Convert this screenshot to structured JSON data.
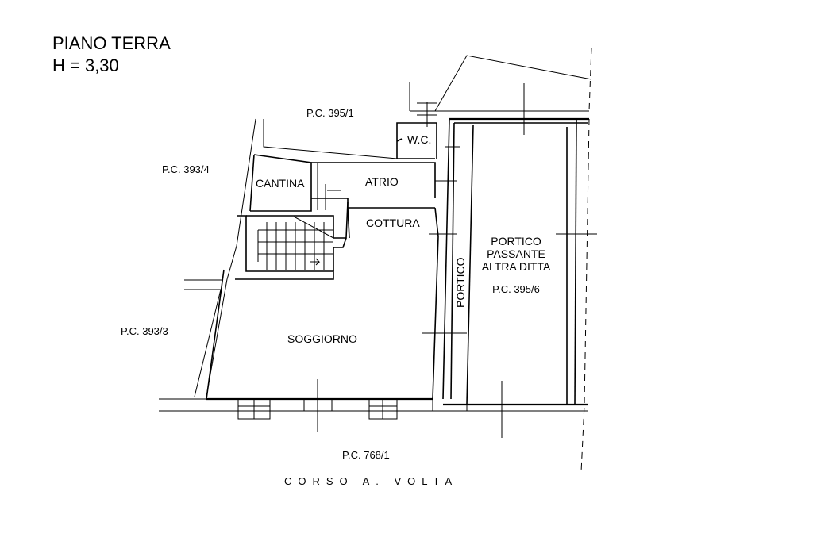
{
  "heading": {
    "floor": "PIANO TERRA",
    "height": "H = 3,30"
  },
  "rooms": {
    "wc": "W.C.",
    "cantina": "CANTINA",
    "atrio": "ATRIO",
    "cottura": "COTTURA",
    "soggiorno": "SOGGIORNO",
    "portico_vertical": "PORTICO",
    "portico_passante_1": "PORTICO",
    "portico_passante_2": "PASSANTE",
    "portico_passante_3": "ALTRA DITTA",
    "portico_passante_parcel": "P.C. 395/6"
  },
  "parcels": {
    "north": "P.C. 395/1",
    "west_upper": "P.C. 393/4",
    "west_lower": "P.C. 393/3",
    "south": "P.C. 768/1"
  },
  "street": "CORSO A. VOLTA"
}
